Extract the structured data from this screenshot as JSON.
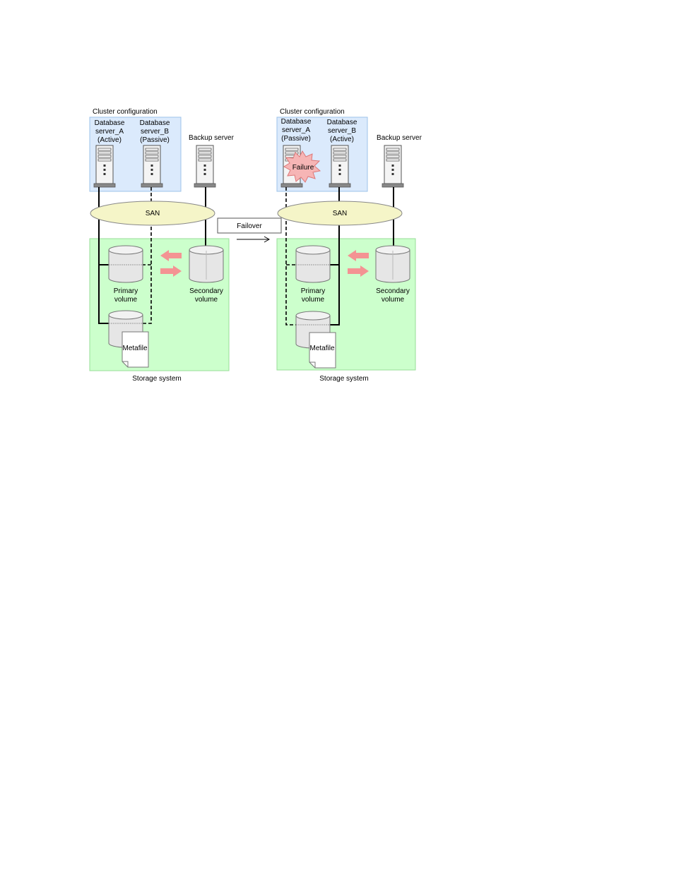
{
  "left": {
    "cluster_title": "Cluster configuration",
    "server_a": [
      "Database",
      "server_A",
      "(Active)"
    ],
    "server_b": [
      "Database",
      "server_B",
      "(Passive)"
    ],
    "backup": "Backup server",
    "san": "SAN",
    "primary": [
      "Primary",
      "volume"
    ],
    "secondary": [
      "Secondary",
      "volume"
    ],
    "metafile": "Metafile",
    "storage": "Storage system"
  },
  "right": {
    "cluster_title": "Cluster configuration",
    "server_a": [
      "Database",
      "server_A",
      "(Passive)"
    ],
    "server_b": [
      "Database",
      "server_B",
      "(Active)"
    ],
    "backup": "Backup server",
    "failure": "Failure",
    "san": "SAN",
    "primary": [
      "Primary",
      "volume"
    ],
    "secondary": [
      "Secondary",
      "volume"
    ],
    "metafile": "Metafile",
    "storage": "Storage system"
  },
  "failover_label": "Failover",
  "colors": {
    "cluster_fill": "#dbeafc",
    "cluster_stroke": "#9cc3ea",
    "storage_fill": "#ccffcc",
    "storage_stroke": "#99dd99",
    "san_fill": "#f5f5c8",
    "arrow_pink": "#f49393",
    "failure_fill": "#f6b5b5"
  }
}
